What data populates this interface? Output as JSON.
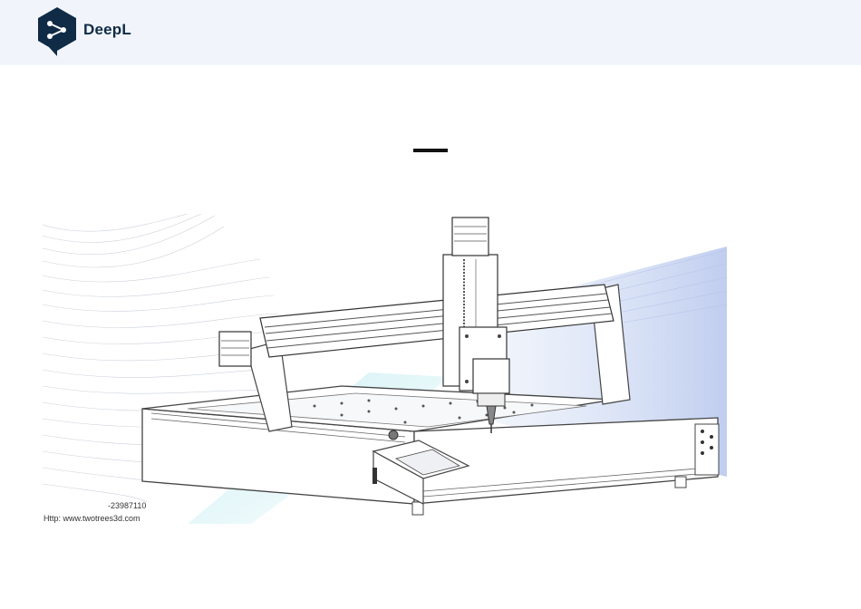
{
  "header": {
    "brand_name": "DeepL",
    "brand_color": "#0f2b46",
    "logo_icon": "deepl-share-icon",
    "background": "#f1f5fb"
  },
  "main": {
    "divider": "—",
    "image": {
      "icon": "cnc-router-machine-illustration",
      "code": "-23987110",
      "url": "Http: www.twotrees3d.com"
    }
  }
}
